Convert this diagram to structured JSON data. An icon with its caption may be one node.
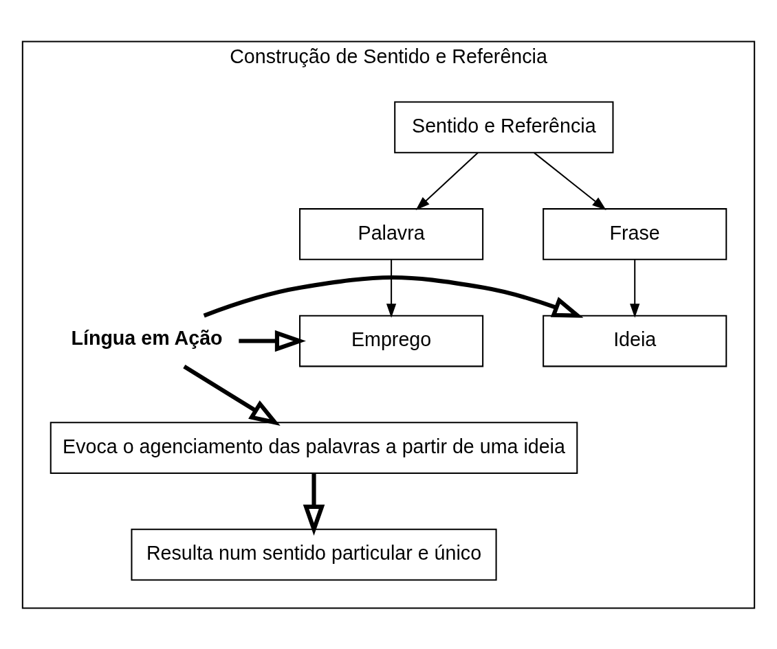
{
  "diagram": {
    "nodes": [
      {
        "text": [
          "Construção de Sentido e Referência"
        ]
      },
      {
        "text": [
          "Sentido e Referência"
        ],
        "in": 0
      },
      {
        "text": [
          "Palavra"
        ],
        "in": 0
      },
      {
        "text": [
          "Frase"
        ],
        "in": 0
      },
      {
        "text": [
          "Emprego"
        ],
        "in": 0
      },
      {
        "text": [
          "Língua em Ação"
        ],
        "in": 0
      },
      {
        "text": [
          "Ideia"
        ],
        "in": 0
      },
      {
        "text": [
          "Evoca o agenciamento das palavras a partir de uma ideia"
        ],
        "in": 0
      },
      {
        "text": [
          "Resulta num sentido particular e único"
        ],
        "in": 0
      }
    ],
    "edges": [
      {
        "from": 1,
        "to": 2,
        "arrow": "to"
      },
      {
        "from": 1,
        "to": 3,
        "arrow": "to"
      },
      {
        "from": 2,
        "to": 4,
        "arrow": "to"
      },
      {
        "from": 3,
        "to": 6,
        "arrow": "to"
      },
      {
        "from": 5,
        "to": 4,
        "arrow": "to",
        "style": "thick"
      },
      {
        "from": 5,
        "to": 6,
        "arrow": "to",
        "style": "thick"
      },
      {
        "from": 5,
        "to": 7,
        "arrow": "to",
        "style": "thick"
      },
      {
        "from": 7,
        "to": 8,
        "arrow": "to",
        "style": "thick"
      }
    ]
  }
}
